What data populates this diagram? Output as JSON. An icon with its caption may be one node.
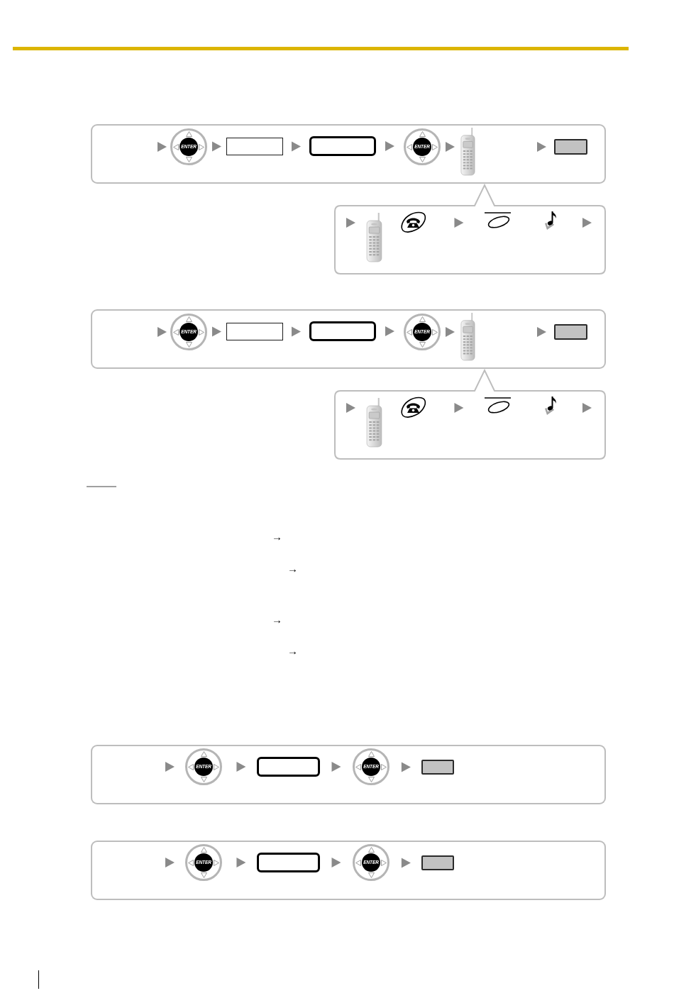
{
  "diagram": {
    "nodes": [
      {
        "text": [],
        "shape": "box"
      },
      {
        "text": [
          "ENTER"
        ],
        "in": 0
      },
      {
        "text": [],
        "shape": "box",
        "in": 0
      },
      {
        "text": [],
        "shape": "box",
        "in": 0
      },
      {
        "text": [
          "ENTER"
        ],
        "in": 0
      },
      {
        "text": [],
        "shape": "picture",
        "in": 0
      },
      {
        "text": [],
        "shape": "box",
        "in": 0
      },
      {
        "text": [],
        "shape": "box"
      },
      {
        "text": [],
        "shape": "picture",
        "in": 7
      },
      {
        "text": [],
        "shape": "picture",
        "in": 7
      },
      {
        "text": [],
        "shape": "oval",
        "in": 7
      },
      {
        "text": [],
        "shape": "picture",
        "in": 7
      },
      {
        "text": [],
        "shape": "box"
      },
      {
        "text": [
          "ENTER"
        ],
        "in": 12
      },
      {
        "text": [],
        "shape": "box",
        "in": 12
      },
      {
        "text": [],
        "shape": "box",
        "in": 12
      },
      {
        "text": [
          "ENTER"
        ],
        "in": 12
      },
      {
        "text": [],
        "shape": "picture",
        "in": 12
      },
      {
        "text": [],
        "shape": "box",
        "in": 12
      },
      {
        "text": [],
        "shape": "box"
      },
      {
        "text": [],
        "shape": "picture",
        "in": 19
      },
      {
        "text": [],
        "shape": "picture",
        "in": 19
      },
      {
        "text": [],
        "shape": "oval",
        "in": 19
      },
      {
        "text": [],
        "shape": "picture",
        "in": 19
      },
      {
        "text": [],
        "shape": "box"
      },
      {
        "text": [
          "ENTER"
        ],
        "in": 24
      },
      {
        "text": [],
        "shape": "box",
        "in": 24
      },
      {
        "text": [
          "ENTER"
        ],
        "in": 24
      },
      {
        "text": [],
        "shape": "box",
        "in": 24
      },
      {
        "text": [],
        "shape": "box"
      },
      {
        "text": [
          "ENTER"
        ],
        "in": 29
      },
      {
        "text": [],
        "shape": "box",
        "in": 29
      },
      {
        "text": [
          "ENTER"
        ],
        "in": 29
      },
      {
        "text": [],
        "shape": "box",
        "in": 29
      }
    ],
    "edges": [
      {
        "from": null,
        "to": 1,
        "arrow": "to"
      },
      {
        "from": 1,
        "to": 2,
        "arrow": "to"
      },
      {
        "from": 2,
        "to": 3,
        "arrow": "to"
      },
      {
        "from": 3,
        "to": 4,
        "arrow": "to"
      },
      {
        "from": 4,
        "to": 5,
        "arrow": "to"
      },
      {
        "from": null,
        "to": 6,
        "arrow": "to"
      },
      {
        "from": null,
        "to": 8,
        "arrow": "to"
      },
      {
        "from": 9,
        "to": 10,
        "arrow": "to"
      },
      {
        "from": 11,
        "to": null,
        "arrow": "to"
      },
      {
        "from": null,
        "to": 13,
        "arrow": "to"
      },
      {
        "from": 13,
        "to": 14,
        "arrow": "to"
      },
      {
        "from": 14,
        "to": 15,
        "arrow": "to"
      },
      {
        "from": 15,
        "to": 16,
        "arrow": "to"
      },
      {
        "from": 16,
        "to": 17,
        "arrow": "to"
      },
      {
        "from": null,
        "to": 18,
        "arrow": "to"
      },
      {
        "from": null,
        "to": 20,
        "arrow": "to"
      },
      {
        "from": 21,
        "to": 22,
        "arrow": "to"
      },
      {
        "from": 23,
        "to": null,
        "arrow": "to"
      },
      {
        "from": null,
        "to": 25,
        "arrow": "to"
      },
      {
        "from": 25,
        "to": 26,
        "arrow": "to"
      },
      {
        "from": 26,
        "to": 27,
        "arrow": "to"
      },
      {
        "from": 27,
        "to": 28,
        "arrow": "to"
      },
      {
        "from": null,
        "to": 30,
        "arrow": "to"
      },
      {
        "from": 30,
        "to": 31,
        "arrow": "to"
      },
      {
        "from": 31,
        "to": 32,
        "arrow": "to"
      },
      {
        "from": 32,
        "to": 33,
        "arrow": "to"
      }
    ],
    "labels": [
      "→",
      "→",
      "→",
      "→"
    ]
  }
}
